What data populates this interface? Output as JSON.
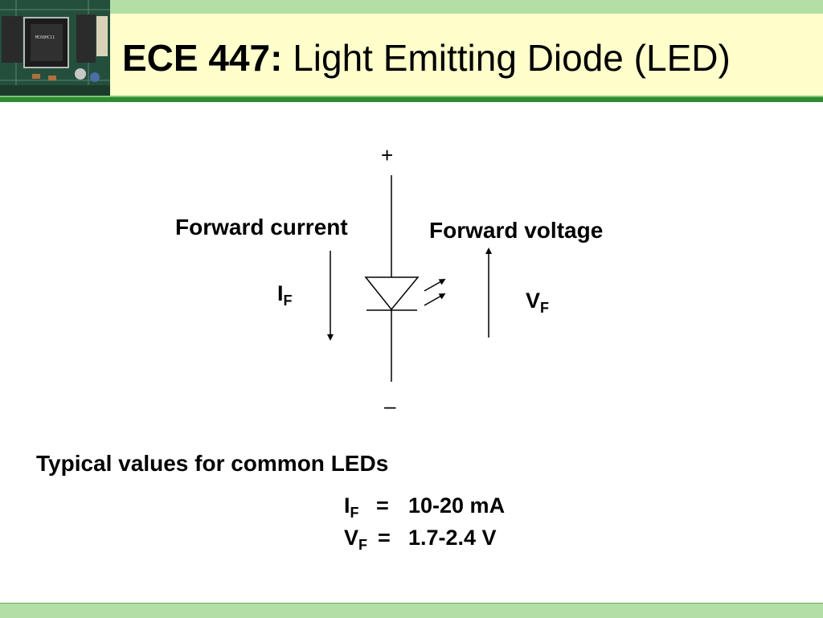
{
  "slide": {
    "title_prefix": "ECE 447:",
    "title_rest": " Light Emitting Diode (LED)"
  },
  "diagram": {
    "plus_label": "+",
    "minus_label": "–",
    "forward_current_label": "Forward current",
    "forward_voltage_label": "Forward voltage",
    "current_symbol": "I",
    "voltage_symbol": "V",
    "subscript": "F"
  },
  "typical": {
    "heading": "Typical values for common LEDs",
    "rows": [
      {
        "symbol": "I",
        "sub": "F",
        "eq": "=",
        "value": "10-20 mA"
      },
      {
        "symbol": "V",
        "sub": "F",
        "eq": "=",
        "value": "1.7-2.4 V"
      }
    ]
  },
  "colors": {
    "band": "#b3dfa6",
    "title_bg": "#ffffcc",
    "rule": "#2e8b2e"
  }
}
